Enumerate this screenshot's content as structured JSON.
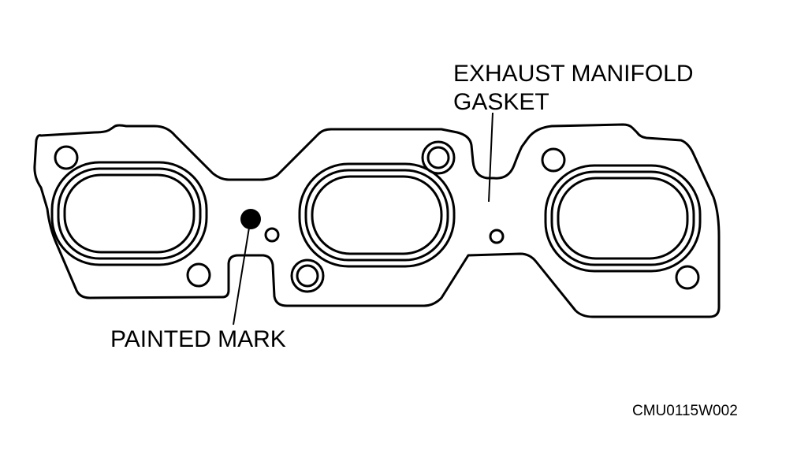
{
  "labels": {
    "exhaust_line1": "EXHAUST MANIFOLD",
    "exhaust_line2": "GASKET",
    "painted_mark": "PAINTED MARK",
    "figure_code": "CMU0115W002"
  },
  "colors": {
    "ink": "#000000",
    "paper": "#ffffff"
  }
}
